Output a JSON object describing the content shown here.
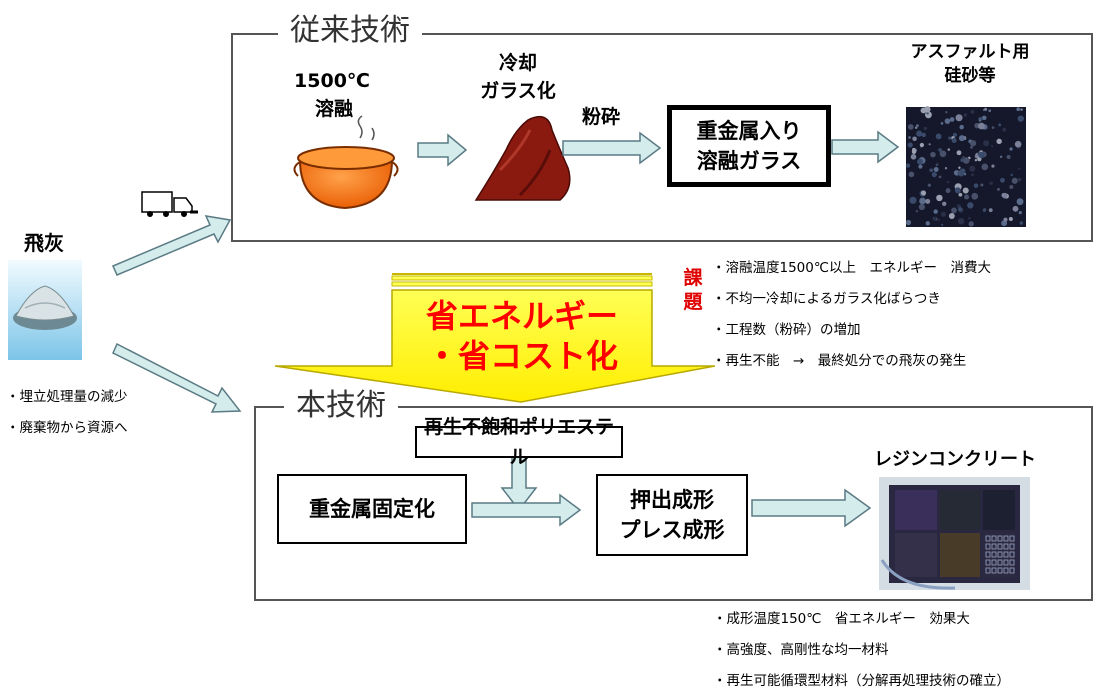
{
  "conventional": {
    "title": "従来技術",
    "melt_temp": "1500℃",
    "melt_label": "溶融",
    "cool_label": [
      "冷却",
      "ガラス化"
    ],
    "crush_label": "粉砕",
    "glass_box": [
      "重金属入り",
      "溶融ガラス"
    ],
    "product_label": [
      "アスファルト用",
      "硅砂等"
    ]
  },
  "issues": {
    "label": [
      "課",
      "題"
    ],
    "items": [
      "・溶融温度1500℃以上　エネルギー　消費大",
      "・不均一冷却によるガラス化ばらつき",
      "・工程数（粉砕）の増加",
      "・再生不能　→　最終処分での飛灰の発生"
    ]
  },
  "source": {
    "label": "飛灰",
    "benefits": [
      "・埋立処理量の減少",
      "・廃棄物から資源へ"
    ]
  },
  "transition": {
    "lines": [
      "省エネルギー",
      "・省コスト化"
    ]
  },
  "this_tech": {
    "title": "本技術",
    "resin_box": "再生不飽和ポリエステル",
    "fix_box": "重金属固定化",
    "form_box": [
      "押出成形",
      "プレス成形"
    ],
    "product_label": "レジンコンクリート",
    "advantages": [
      "・成形温度150℃　省エネルギー　効果大",
      "・高強度、高剛性な均一材料",
      "・再生可能循環型材料（分解再処理技術の確立）"
    ]
  },
  "colors": {
    "arrow_fill": "#d4ecec",
    "arrow_stroke": "#5a7a84",
    "big_arrow": "#ffff00",
    "issue_label": "#e00000",
    "pot": "#ff7a10",
    "glass_mass": "#8a1a10"
  },
  "icons": [
    "melting-pot-icon",
    "glass-mass-icon",
    "truck-icon",
    "fly-ash-icon",
    "silica-sand-image",
    "resin-concrete-image"
  ]
}
